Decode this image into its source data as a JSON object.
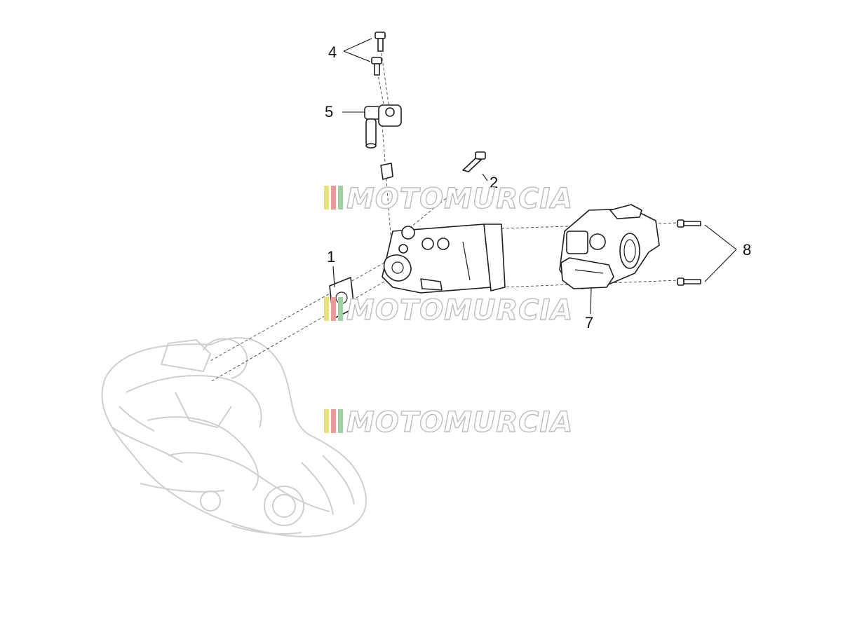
{
  "callouts": {
    "c1": "1",
    "c2": "2",
    "c4": "4",
    "c5": "5",
    "c7": "7",
    "c8": "8"
  },
  "watermark": {
    "text": "MOTOMURCIA",
    "colors": [
      "#e9e27a",
      "#e79a9a",
      "#9fd0a3"
    ]
  }
}
